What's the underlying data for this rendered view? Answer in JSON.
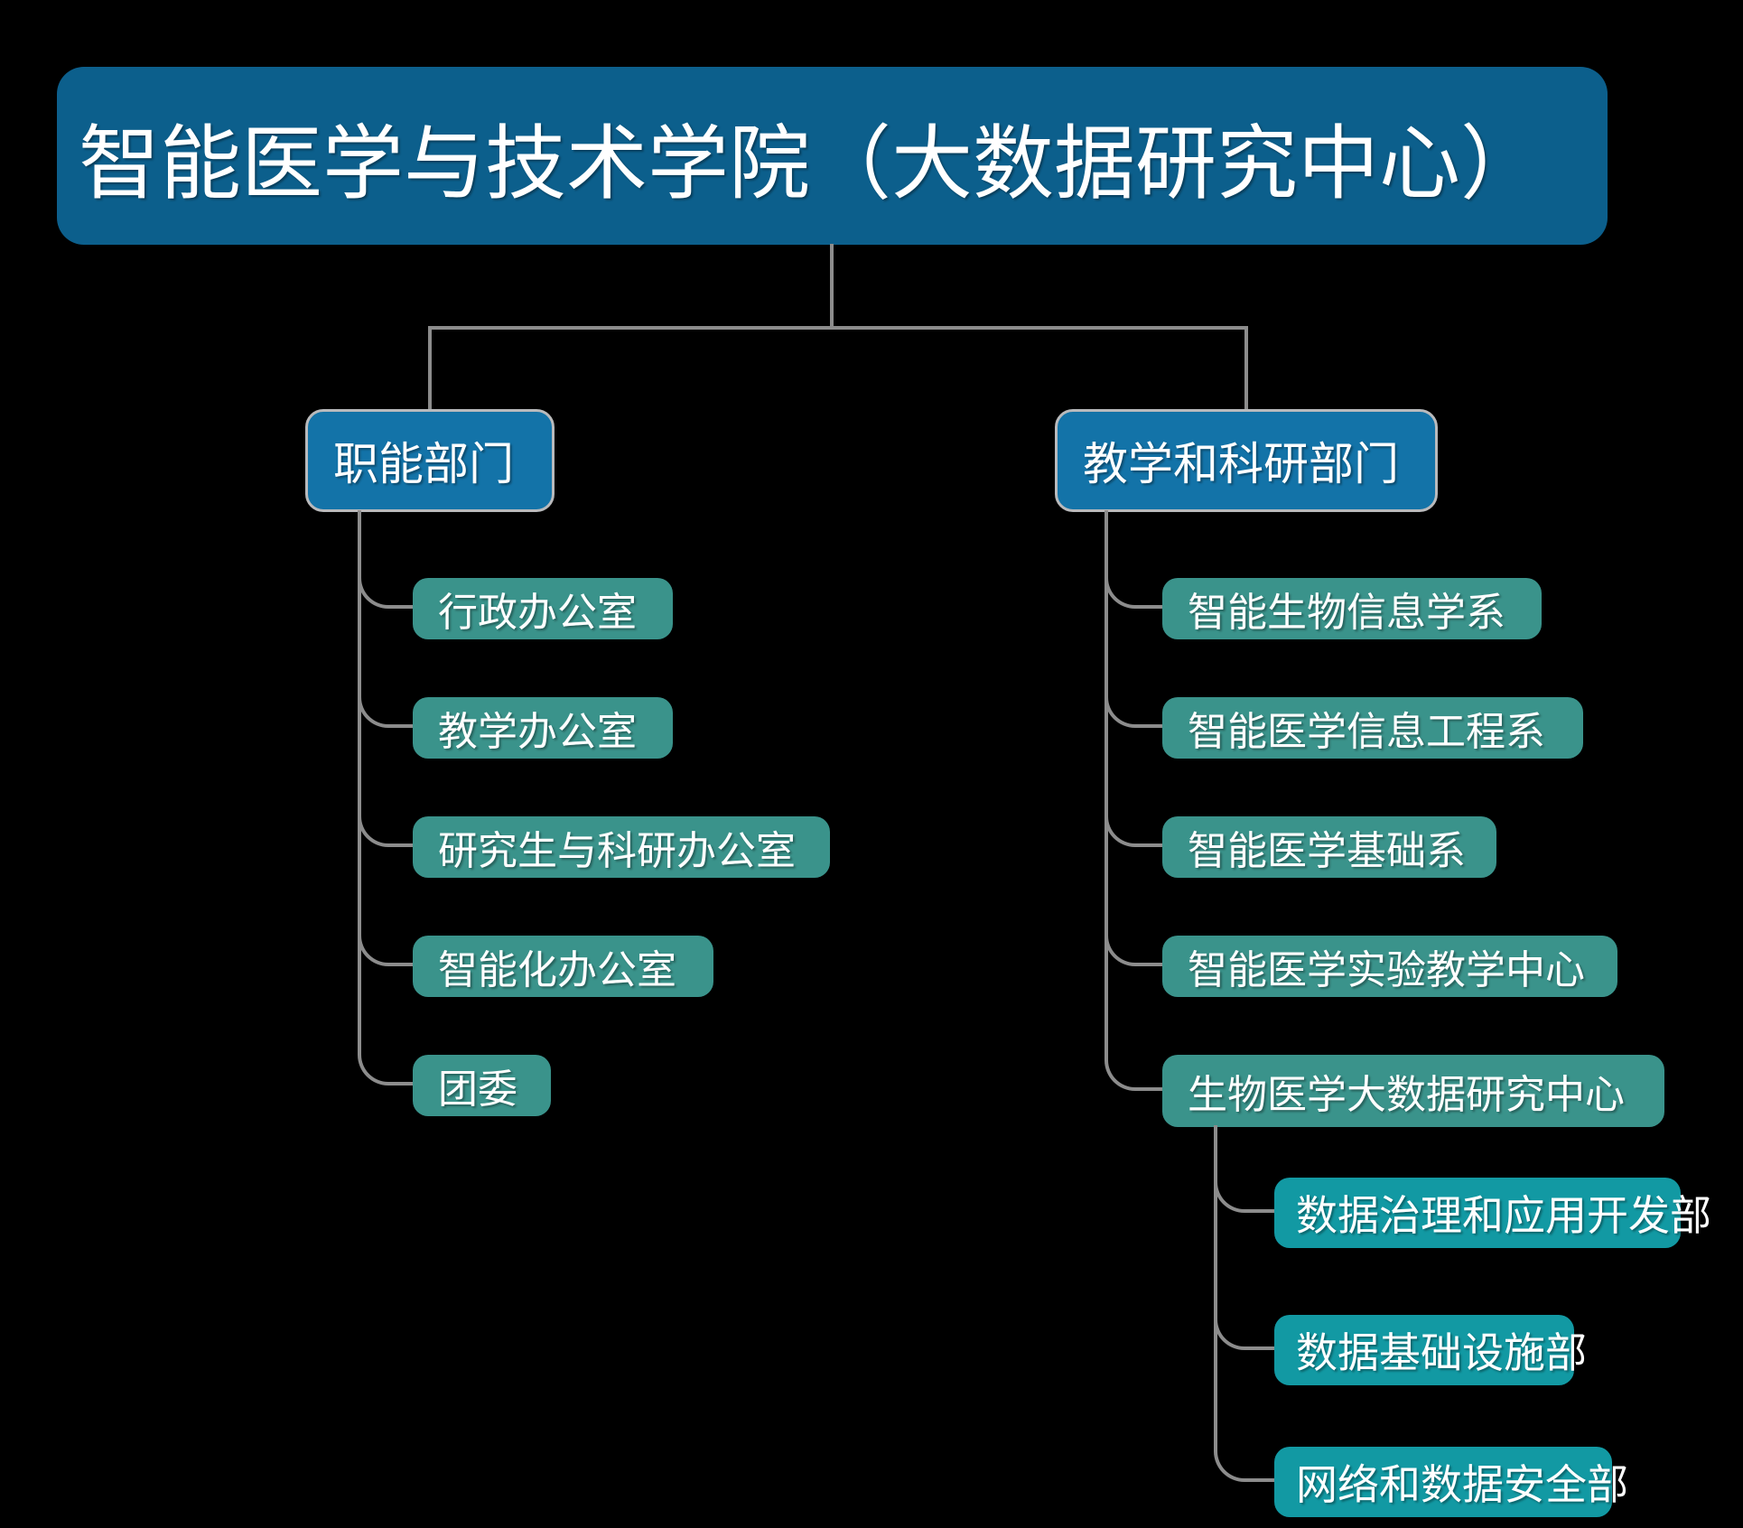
{
  "colors": {
    "background": "#000000",
    "root_bg": "#0c5f8c",
    "level1_bg": "#1373a8",
    "level1_border": "#b9babc",
    "level2_bg": "#3a938b",
    "level3_bg": "#1299a3",
    "connector": "#8c8c8c",
    "text": "#ffffff"
  },
  "tree": {
    "root": {
      "label": "智能医学与技术学院（大数据研究中心）"
    },
    "branches": [
      {
        "label": "职能部门",
        "children": [
          {
            "label": "行政办公室"
          },
          {
            "label": "教学办公室"
          },
          {
            "label": "研究生与科研办公室"
          },
          {
            "label": "智能化办公室"
          },
          {
            "label": "团委"
          }
        ]
      },
      {
        "label": "教学和科研部门",
        "children": [
          {
            "label": "智能生物信息学系"
          },
          {
            "label": "智能医学信息工程系"
          },
          {
            "label": "智能医学基础系"
          },
          {
            "label": "智能医学实验教学中心"
          },
          {
            "label": "生物医学大数据研究中心",
            "children": [
              {
                "label": "数据治理和应用开发部"
              },
              {
                "label": "数据基础设施部"
              },
              {
                "label": "网络和数据安全部"
              }
            ]
          }
        ]
      }
    ]
  }
}
